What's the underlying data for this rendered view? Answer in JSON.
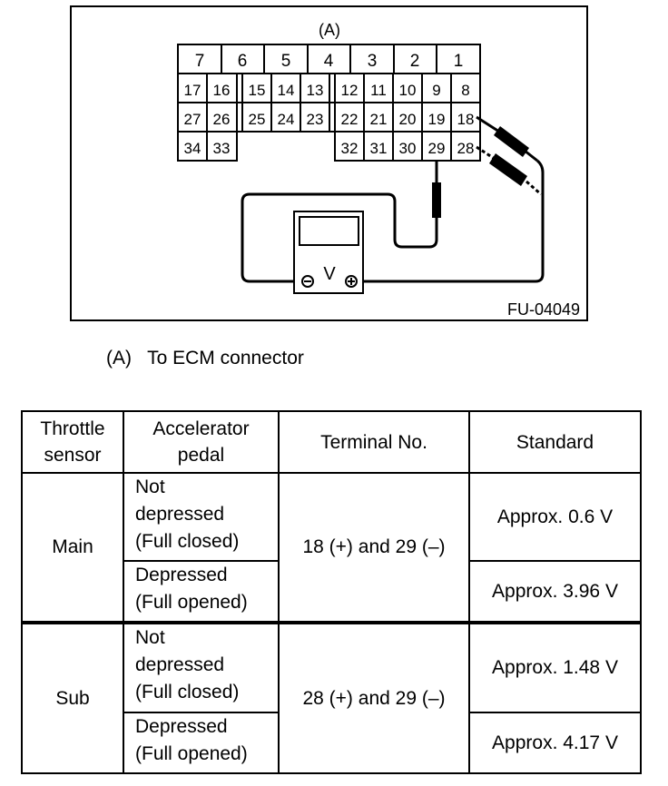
{
  "figure": {
    "connector_label": "(A)",
    "cavity_numbers_top": [
      "7",
      "6",
      "5",
      "4",
      "3",
      "2",
      "1"
    ],
    "pins_row1": [
      "17",
      "16",
      "15",
      "14",
      "13",
      "12",
      "11",
      "10",
      "9",
      "8"
    ],
    "pins_row2": [
      "27",
      "26",
      "25",
      "24",
      "23",
      "22",
      "21",
      "20",
      "19",
      "18"
    ],
    "pins_row3": [
      "34",
      "33",
      "32",
      "31",
      "30",
      "29",
      "28"
    ],
    "meter_label": "V",
    "meter_negative_symbol": "⊖",
    "meter_positive_symbol": "⊕",
    "figure_id": "FU-04049"
  },
  "caption": {
    "marker": "(A)",
    "text": "To ECM connector"
  },
  "table": {
    "headers": [
      "Throttle\nsensor",
      "Accelerator\npedal",
      "Terminal No.",
      "Standard"
    ],
    "groups": [
      {
        "sensor": "Main",
        "terminal": "18 (+) and 29 (–)",
        "rows": [
          {
            "pedal": "Not\ndepressed\n(Full closed)",
            "standard": "Approx. 0.6 V"
          },
          {
            "pedal": "Depressed\n(Full opened)",
            "standard": "Approx. 3.96 V"
          }
        ]
      },
      {
        "sensor": "Sub",
        "terminal": "28 (+) and 29 (–)",
        "rows": [
          {
            "pedal": "Not\ndepressed\n(Full closed)",
            "standard": "Approx. 1.48 V"
          },
          {
            "pedal": "Depressed\n(Full opened)",
            "standard": "Approx. 4.17 V"
          }
        ]
      }
    ]
  }
}
